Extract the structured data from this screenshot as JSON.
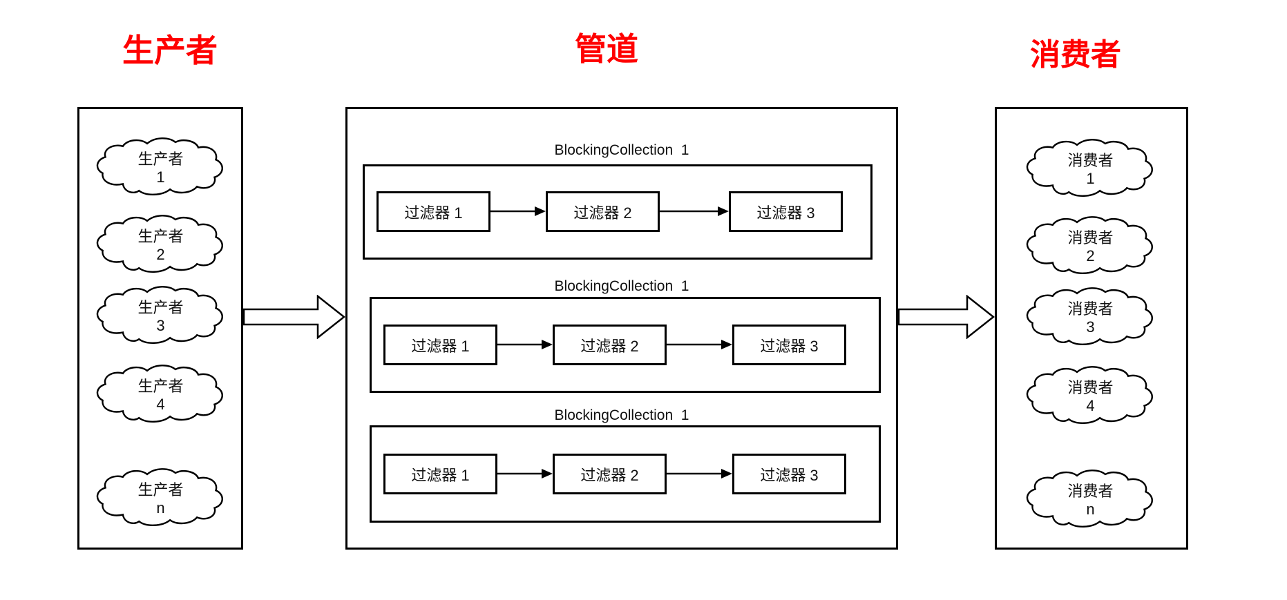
{
  "titles": {
    "producers": "生产者",
    "pipeline": "管道",
    "consumers": "消费者"
  },
  "producers": {
    "items": [
      {
        "line1": "生产者",
        "line2": "1"
      },
      {
        "line1": "生产者",
        "line2": "2"
      },
      {
        "line1": "生产者",
        "line2": "3"
      },
      {
        "line1": "生产者",
        "line2": "4"
      },
      {
        "line1": "生产者",
        "line2": "n"
      }
    ]
  },
  "pipeline": {
    "sections": [
      {
        "label": "BlockingCollection  1",
        "filters": [
          "过滤器 1",
          "过滤器 2",
          "过滤器 3"
        ]
      },
      {
        "label": "BlockingCollection  1",
        "filters": [
          "过滤器 1",
          "过滤器 2",
          "过滤器 3"
        ]
      },
      {
        "label": "BlockingCollection  1",
        "filters": [
          "过滤器 1",
          "过滤器 2",
          "过滤器 3"
        ]
      }
    ]
  },
  "consumers": {
    "items": [
      {
        "line1": "消费者",
        "line2": "1"
      },
      {
        "line1": "消费者",
        "line2": "2"
      },
      {
        "line1": "消费者",
        "line2": "3"
      },
      {
        "line1": "消费者",
        "line2": "4"
      },
      {
        "line1": "消费者",
        "line2": "n"
      }
    ]
  },
  "colors": {
    "title": "#ff0000",
    "stroke": "#000000",
    "background": "#ffffff"
  }
}
